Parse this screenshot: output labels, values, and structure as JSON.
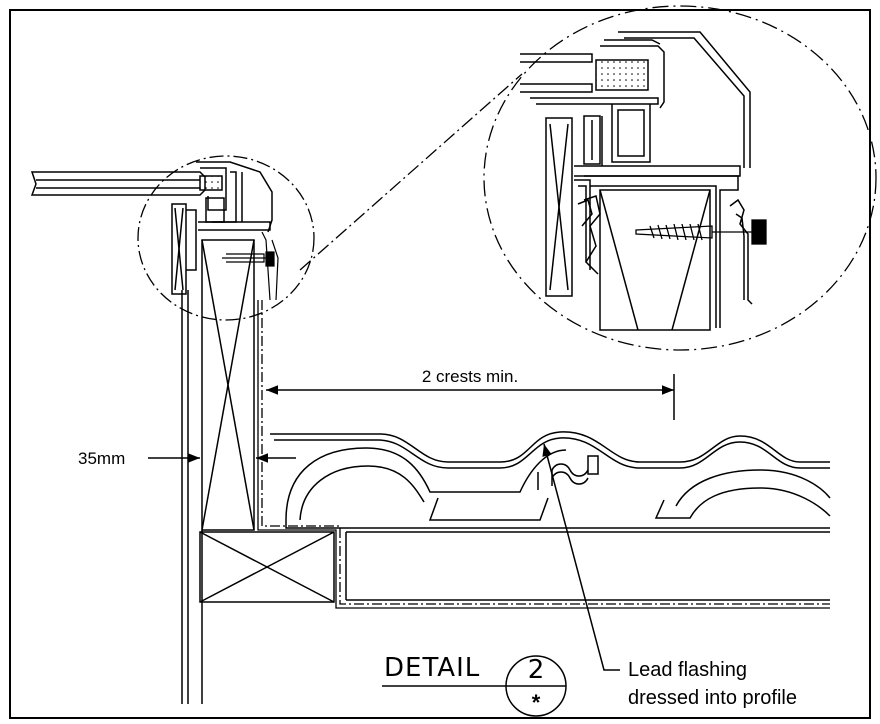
{
  "dimension_crests": "2 crests min.",
  "dimension_width": "35mm",
  "callout_lead": [
    "Lead flashing",
    "dressed into profile"
  ],
  "detail": {
    "label": "DETAIL",
    "number": "2",
    "sheet": "*"
  }
}
